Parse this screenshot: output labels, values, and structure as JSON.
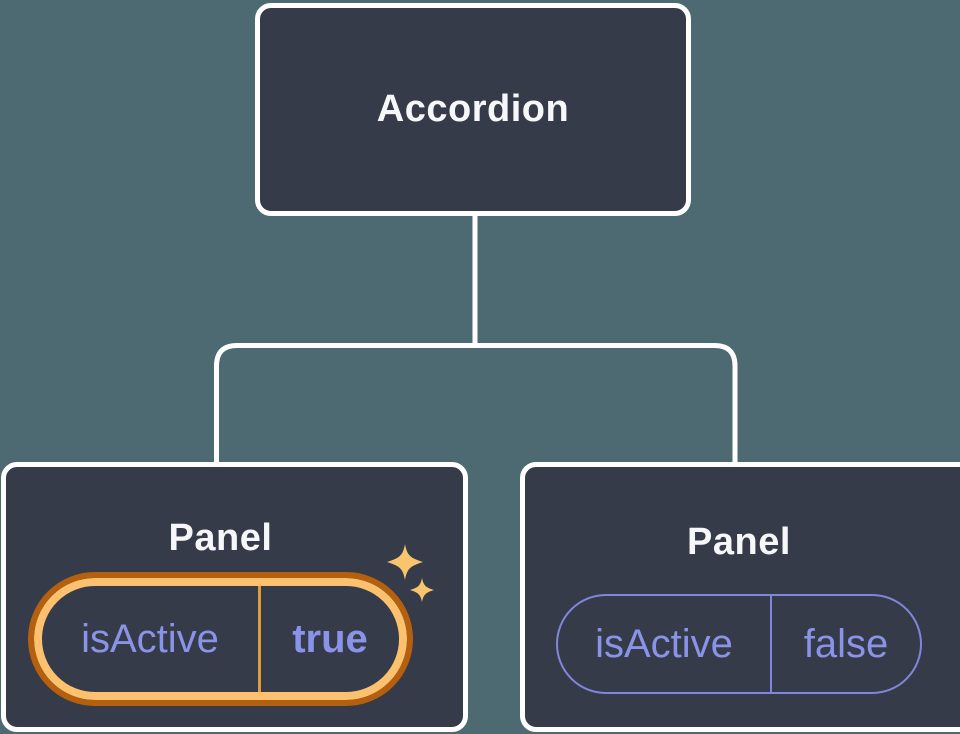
{
  "diagram": {
    "description": "Component tree: Accordion parent with two Panel children holding isActive state",
    "root": {
      "label": "Accordion"
    },
    "children": [
      {
        "label": "Panel",
        "state": {
          "name": "isActive",
          "value": "true"
        },
        "highlighted": true,
        "icon": "sparkles-icon"
      },
      {
        "label": "Panel",
        "state": {
          "name": "isActive",
          "value": "false"
        },
        "highlighted": false
      }
    ]
  },
  "colors": {
    "page_background": "#4D6972",
    "node_fill": "#353B48",
    "node_border": "#FFFFFF",
    "title_text": "#F6F7F9",
    "state_text": "#8A93E8",
    "state_border": "#8087DB",
    "highlight_outer": "#B4600F",
    "highlight_inner": "#FBC16E",
    "highlight_divider": "#E09C3D",
    "sparkle": "#F9C46E"
  }
}
